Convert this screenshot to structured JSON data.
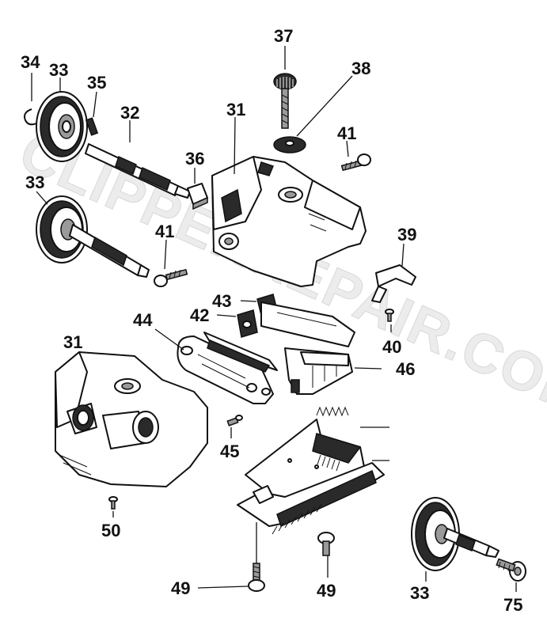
{
  "watermark": "CLIPPERREPAIR.COM",
  "callouts": [
    {
      "id": "label-34",
      "text": "34"
    },
    {
      "id": "label-33-top",
      "text": "33"
    },
    {
      "id": "label-35",
      "text": "35"
    },
    {
      "id": "label-32",
      "text": "32"
    },
    {
      "id": "label-33-mid",
      "text": "33"
    },
    {
      "id": "label-36",
      "text": "36"
    },
    {
      "id": "label-31-top",
      "text": "31"
    },
    {
      "id": "label-37",
      "text": "37"
    },
    {
      "id": "label-38",
      "text": "38"
    },
    {
      "id": "label-41-right",
      "text": "41"
    },
    {
      "id": "label-41-left",
      "text": "41"
    },
    {
      "id": "label-39",
      "text": "39"
    },
    {
      "id": "label-43",
      "text": "43"
    },
    {
      "id": "label-42",
      "text": "42"
    },
    {
      "id": "label-44",
      "text": "44"
    },
    {
      "id": "label-31-bottom",
      "text": "31"
    },
    {
      "id": "label-40",
      "text": "40"
    },
    {
      "id": "label-46",
      "text": "46"
    },
    {
      "id": "label-45",
      "text": "45"
    },
    {
      "id": "label-50",
      "text": "50"
    },
    {
      "id": "label-49-left",
      "text": "49"
    },
    {
      "id": "label-49-right",
      "text": "49"
    },
    {
      "id": "label-33-bottom",
      "text": "33"
    },
    {
      "id": "label-75",
      "text": "75"
    }
  ]
}
